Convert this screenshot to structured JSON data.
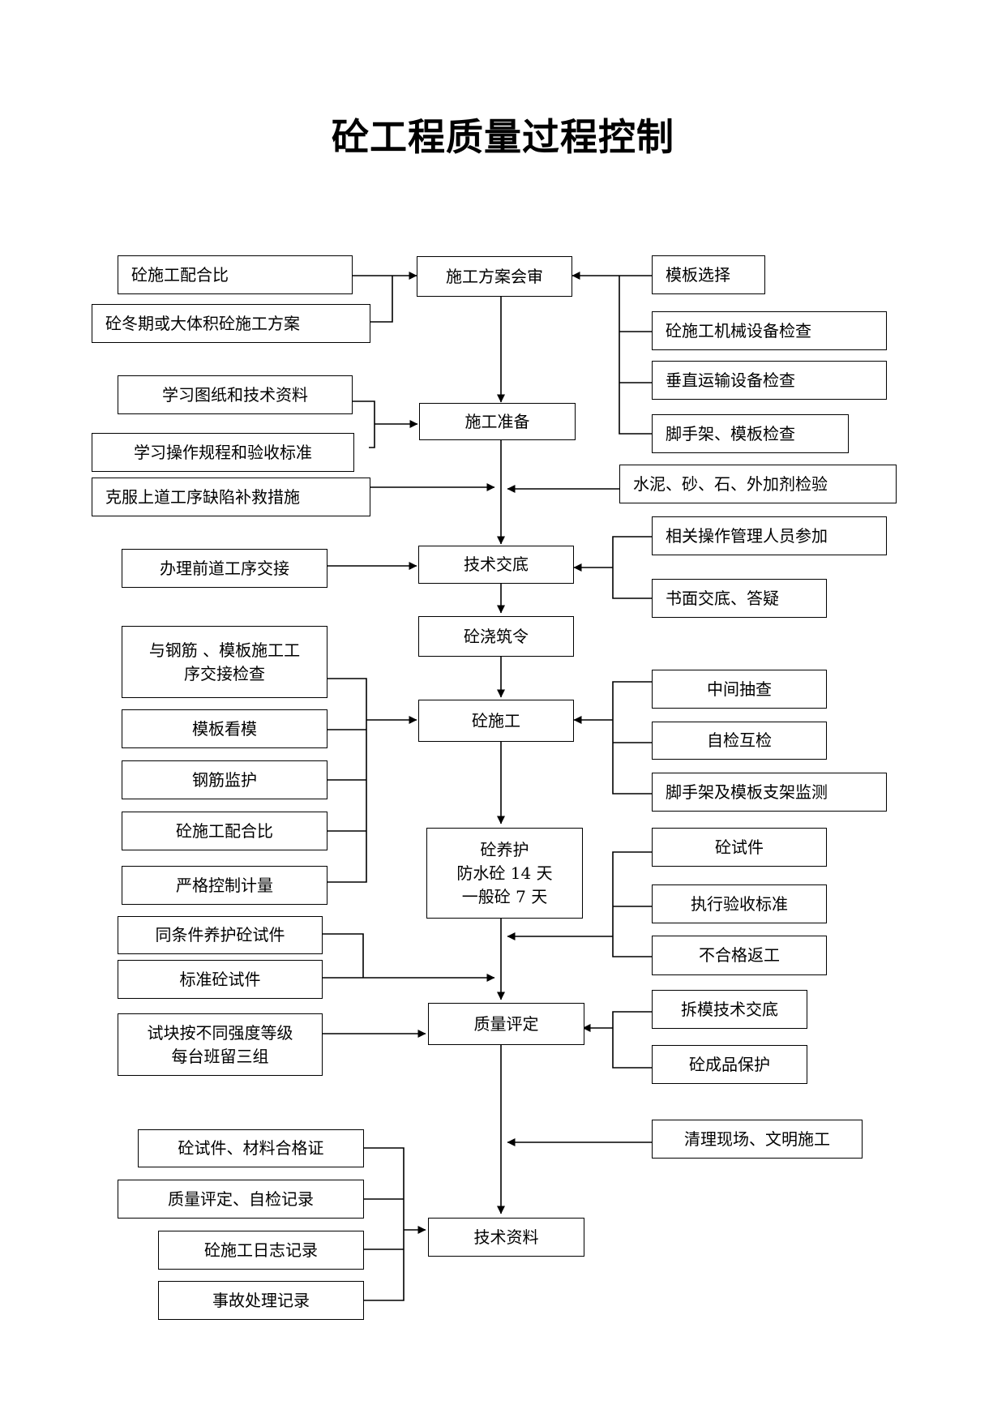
{
  "title": "砼工程质量过程控制",
  "main_flow": {
    "scheme_review": "施工方案会审",
    "construction_prep": "施工准备",
    "tech_briefing": "技术交底",
    "pour_order": "砼浇筑令",
    "concrete_construction": "砼施工",
    "curing": "砼养护\n防水砼 14 天\n一般砼 7 天",
    "quality_assessment": "质量评定",
    "tech_data": "技术资料"
  },
  "left_inputs": {
    "mix_ratio_top": "砼施工配合比",
    "winter_mass_plan": "砼冬期或大体积砼施工方案",
    "study_drawings": "学习图纸和技术资料",
    "study_procedures": "学习操作规程和验收标准",
    "remedy_defects": "克服上道工序缺陷补救措施",
    "handover_prev": "办理前道工序交接",
    "rebar_formwork_handover": "与钢筋 、模板施工工\n序交接检查",
    "formwork_watch": "模板看模",
    "rebar_monitor": "钢筋监护",
    "mix_ratio": "砼施工配合比",
    "metering_control": "严格控制计量",
    "same_condition_specimen": "同条件养护砼试件",
    "standard_specimen": "标准砼试件",
    "specimen_groups": "试块按不同强度等级\n每台班留三组",
    "cert_docs": "砼试件、材料合格证",
    "quality_records": "质量评定、自检记录",
    "construction_log": "砼施工日志记录",
    "accident_records": "事故处理记录"
  },
  "right_inputs": {
    "formwork_selection": "模板选择",
    "machinery_check": "砼施工机械设备检查",
    "vertical_transport_check": "垂直运输设备检查",
    "scaffold_check": "脚手架、模板检查",
    "material_inspection": "水泥、砂、石、外加剂检验",
    "staff_participation": "相关操作管理人员参加",
    "written_briefing": "书面交底、答疑",
    "spot_check": "中间抽查",
    "self_mutual_check": "自检互检",
    "scaffold_monitor": "脚手架及模板支架监测",
    "concrete_specimen": "砼试件",
    "acceptance_standard": "执行验收标准",
    "rework": "不合格返工",
    "removal_briefing": "拆模技术交底",
    "product_protection": "砼成品保护",
    "site_cleanup": "清理现场、文明施工"
  }
}
